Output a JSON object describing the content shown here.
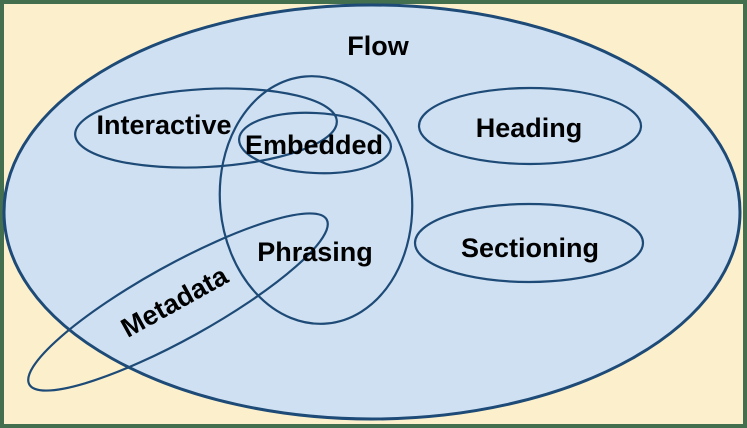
{
  "diagram": {
    "labels": {
      "flow": "Flow",
      "interactive": "Interactive",
      "embedded": "Embedded",
      "heading": "Heading",
      "phrasing": "Phrasing",
      "sectioning": "Sectioning",
      "metadata": "Metadata"
    },
    "colors": {
      "background": "#fcf0cc",
      "border": "#446f4e",
      "flow_fill": "#cfe0f2",
      "ellipse_stroke": "#1d4a76",
      "label_text": "#000000"
    }
  }
}
